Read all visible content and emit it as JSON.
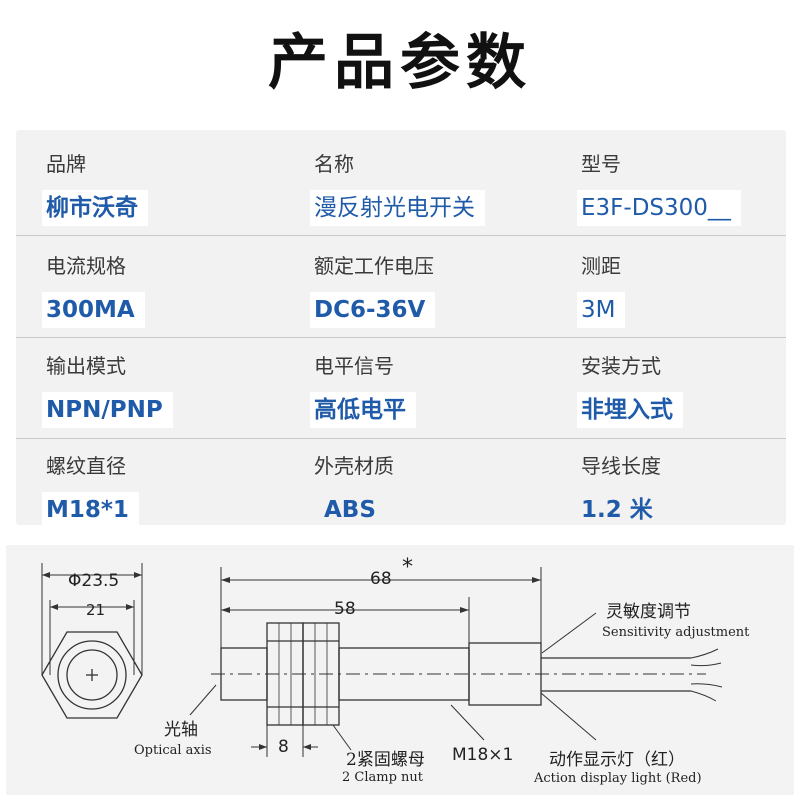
{
  "title": "产品参数",
  "params": [
    {
      "label": "品牌",
      "value": "柳市沃奇"
    },
    {
      "label": "名称",
      "value": "漫反射光电开关"
    },
    {
      "label": "型号",
      "value": "E3F-DS300__"
    },
    {
      "label": "电流规格",
      "value": "300MA"
    },
    {
      "label": "额定工作电压",
      "value": "DC6-36V"
    },
    {
      "label": "测距",
      "value": "3M"
    },
    {
      "label": "输出模式",
      "value": "NPN/PNP"
    },
    {
      "label": "电平信号",
      "value": "高低电平"
    },
    {
      "label": "安装方式",
      "value": "非埋入式"
    },
    {
      "label": "螺纹直径",
      "value": "M18*1"
    },
    {
      "label": "外壳材质",
      "value": "ABS"
    },
    {
      "label": "导线长度",
      "value": "1.2 米"
    }
  ],
  "diagram": {
    "dim_diameter": "Φ23.5",
    "dim_21": "21",
    "dim_68": "68",
    "dim_asterisk": "*",
    "dim_58": "58",
    "dim_8": "8",
    "sensitivity_cn": "灵敏度调节",
    "sensitivity_en": "Sensitivity adjustment",
    "optical_axis_cn": "光轴",
    "optical_axis_en": "Optical axis",
    "clamp_nut_cn": "2紧固螺母",
    "clamp_nut_en": "2 Clamp nut",
    "thread": "M18×1",
    "indicator_cn": "动作显示灯（红）",
    "indicator_en": "Action display light (Red)"
  }
}
